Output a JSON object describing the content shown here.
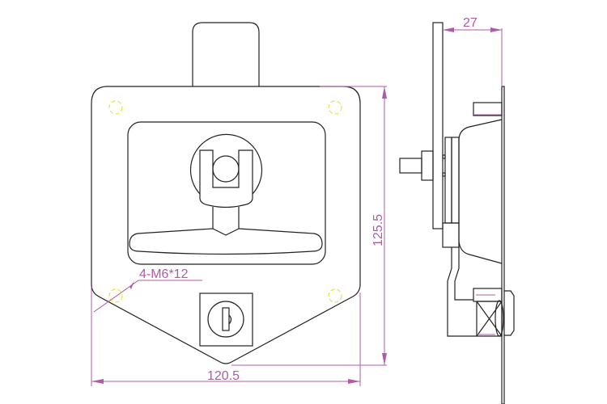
{
  "drawing": {
    "front_view": {
      "thread_callout": "4-M6*12",
      "height_dimension": "125.5",
      "width_dimension": "120.5"
    },
    "side_view": {
      "depth_dimension": "27"
    },
    "colors": {
      "outline": "#222222",
      "dimension": "#b05aa8",
      "holes": "#e6e020"
    }
  }
}
